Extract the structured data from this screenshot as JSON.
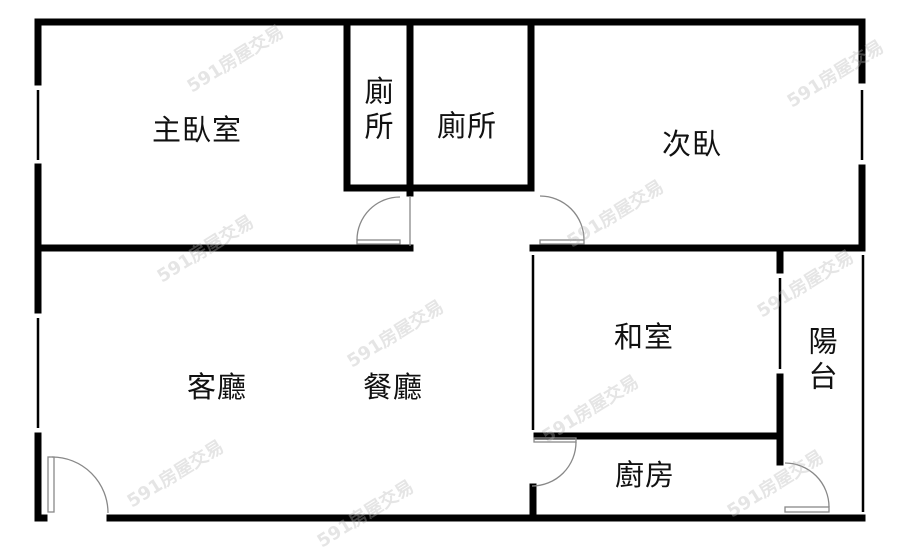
{
  "floor_plan": {
    "rooms": [
      {
        "id": "master-bedroom",
        "label": "主臥室"
      },
      {
        "id": "toilet-1",
        "label": "廁所"
      },
      {
        "id": "toilet-2",
        "label": "廁所"
      },
      {
        "id": "second-bedroom",
        "label": "次臥"
      },
      {
        "id": "living-room",
        "label": "客廳"
      },
      {
        "id": "dining-room",
        "label": "餐廳"
      },
      {
        "id": "tatami-room",
        "label": "和室"
      },
      {
        "id": "balcony",
        "label": "陽台"
      },
      {
        "id": "kitchen",
        "label": "廚房"
      }
    ],
    "watermark": "591房屋交易",
    "colors": {
      "wall": "#000000",
      "door": "#808080",
      "background": "#ffffff"
    }
  }
}
